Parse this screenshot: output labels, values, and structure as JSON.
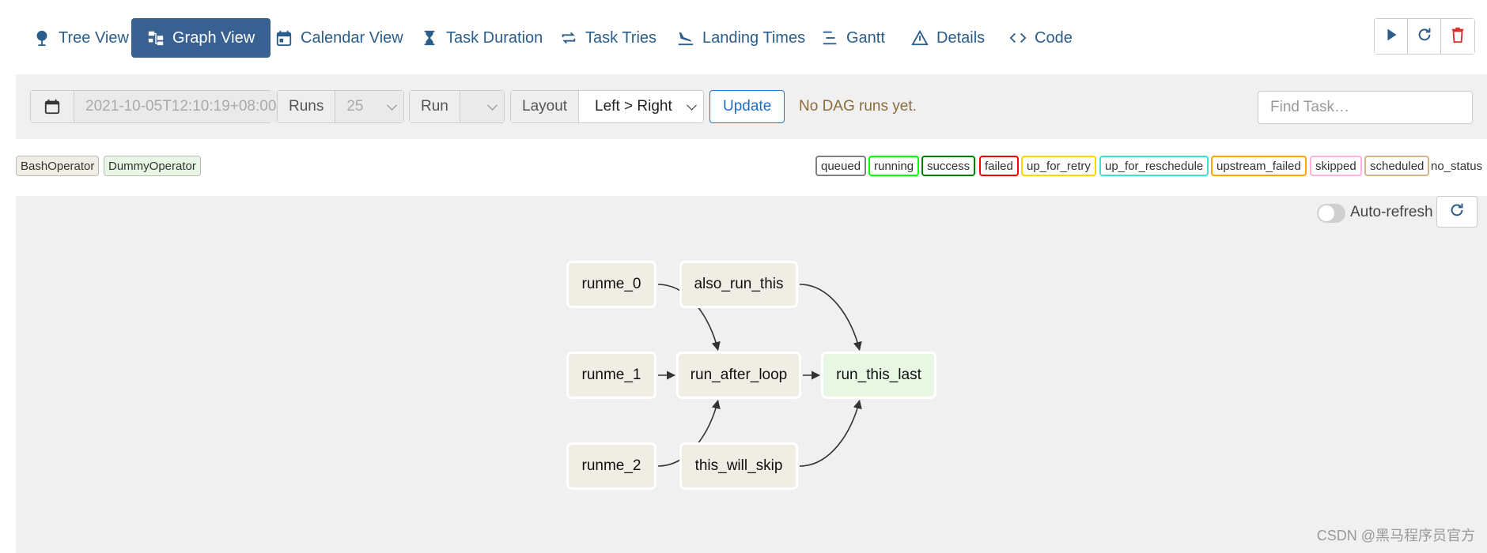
{
  "nav": {
    "tabs": [
      {
        "label": "Tree View",
        "icon": "tree-icon",
        "active": false
      },
      {
        "label": "Graph View",
        "icon": "graph-icon",
        "active": true
      },
      {
        "label": "Calendar View",
        "icon": "calendar-icon",
        "active": false
      },
      {
        "label": "Task Duration",
        "icon": "hourglass-icon",
        "active": false
      },
      {
        "label": "Task Tries",
        "icon": "repeat-icon",
        "active": false
      },
      {
        "label": "Landing Times",
        "icon": "plane-landing-icon",
        "active": false
      },
      {
        "label": "Gantt",
        "icon": "gantt-icon",
        "active": false
      },
      {
        "label": "Details",
        "icon": "warning-triangle-icon",
        "active": false
      },
      {
        "label": "Code",
        "icon": "code-icon",
        "active": false
      }
    ],
    "actions": [
      {
        "icon": "play-icon"
      },
      {
        "icon": "refresh-icon"
      },
      {
        "icon": "trash-icon"
      }
    ]
  },
  "controls": {
    "date_value": "2021-10-05T12:10:19+08:00",
    "runs_label": "Runs",
    "runs_value": "25",
    "run_label": "Run",
    "run_value": "",
    "layout_label": "Layout",
    "layout_value": "Left > Right",
    "update_label": "Update",
    "status_text": "No DAG runs yet.",
    "find_placeholder": "Find Task…"
  },
  "operators": [
    {
      "label": "BashOperator",
      "bg": "#f0ede4"
    },
    {
      "label": "DummyOperator",
      "bg": "#e8f7e4"
    }
  ],
  "states": [
    {
      "label": "queued",
      "color": "#808080"
    },
    {
      "label": "running",
      "color": "#00ff00"
    },
    {
      "label": "success",
      "color": "#008000"
    },
    {
      "label": "failed",
      "color": "#ff0000"
    },
    {
      "label": "up_for_retry",
      "color": "#ffd700"
    },
    {
      "label": "up_for_reschedule",
      "color": "#40e0d0"
    },
    {
      "label": "upstream_failed",
      "color": "#ffa500"
    },
    {
      "label": "skipped",
      "color": "#ff69b4"
    },
    {
      "label": "scheduled",
      "color": "#d2b48c"
    },
    {
      "label": "no_status",
      "color": ""
    }
  ],
  "graph": {
    "autorefresh_label": "Auto-refresh",
    "nodes": [
      {
        "id": "runme_0",
        "label": "runme_0",
        "operator": "BashOperator"
      },
      {
        "id": "runme_1",
        "label": "runme_1",
        "operator": "BashOperator"
      },
      {
        "id": "runme_2",
        "label": "runme_2",
        "operator": "BashOperator"
      },
      {
        "id": "also_run_this",
        "label": "also_run_this",
        "operator": "BashOperator"
      },
      {
        "id": "run_after_loop",
        "label": "run_after_loop",
        "operator": "BashOperator"
      },
      {
        "id": "this_will_skip",
        "label": "this_will_skip",
        "operator": "BashOperator"
      },
      {
        "id": "run_this_last",
        "label": "run_this_last",
        "operator": "DummyOperator"
      }
    ],
    "edges": [
      [
        "runme_0",
        "run_after_loop"
      ],
      [
        "runme_1",
        "run_after_loop"
      ],
      [
        "runme_2",
        "run_after_loop"
      ],
      [
        "also_run_this",
        "run_this_last"
      ],
      [
        "run_after_loop",
        "run_this_last"
      ],
      [
        "this_will_skip",
        "run_this_last"
      ]
    ]
  },
  "watermark": "CSDN @黑马程序员官方"
}
